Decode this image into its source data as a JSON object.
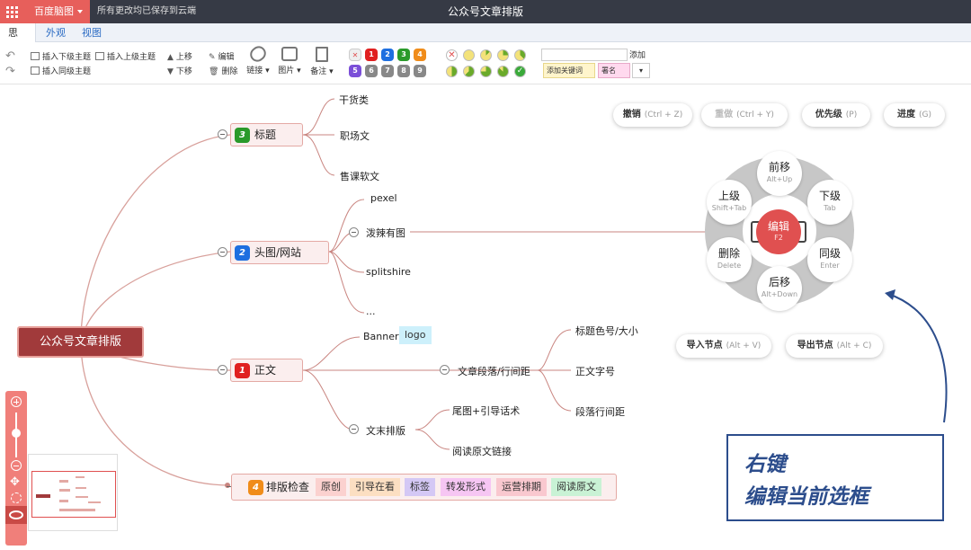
{
  "app": {
    "brand": "百度脑图",
    "save_status": "所有更改均已保存到云端",
    "doc_title": "公众号文章排版"
  },
  "tabs": [
    {
      "label": "思路",
      "active": true
    },
    {
      "label": "外观",
      "active": false
    },
    {
      "label": "视图",
      "active": false
    }
  ],
  "toolbar": {
    "insert_child": "插入下级主题",
    "insert_parent": "插入上级主题",
    "insert_sibling": "插入同级主题",
    "move_up": "上移",
    "move_down": "下移",
    "edit": "编辑",
    "delete": "删除",
    "link": "链接",
    "image": "图片",
    "note": "备注",
    "priority": [
      "1",
      "2",
      "3",
      "4",
      "5",
      "6",
      "7",
      "8",
      "9"
    ],
    "keyword_add": "添加",
    "keyword_tag1": "添加关键词",
    "keyword_tag2": "署名"
  },
  "mindmap": {
    "root": "公众号文章排版",
    "topics": [
      {
        "num": "3",
        "label": "标题",
        "children": [
          "干货类",
          "职场文",
          "售课软文"
        ]
      },
      {
        "num": "2",
        "label": "头图/网站",
        "children": [
          "pexel",
          "泼辣有图",
          "splitshire",
          "..."
        ]
      },
      {
        "num": "1",
        "label": "正文",
        "children": [
          "Banner",
          "文章段落/行间距",
          "文末排版"
        ],
        "tag": "logo",
        "sub_paragraph": [
          "标题色号/大小",
          "正文字号",
          "段落行间距"
        ],
        "sub_ending": [
          "尾图+引导话术",
          "阅读原文链接"
        ]
      },
      {
        "num": "4",
        "label": "排版检查",
        "tags": [
          "原创",
          "引导在看",
          "标签",
          "转发形式",
          "运营排期",
          "阅读原文"
        ]
      }
    ]
  },
  "quick_actions": [
    {
      "label": "撤销",
      "key": "(Ctrl + Z)",
      "enabled": true
    },
    {
      "label": "重做",
      "key": "(Ctrl + Y)",
      "enabled": false
    },
    {
      "label": "优先级",
      "key": "(P)",
      "enabled": true
    },
    {
      "label": "进度",
      "key": "(G)",
      "enabled": true
    },
    {
      "label": "导入节点",
      "key": "(Alt + V)",
      "enabled": true
    },
    {
      "label": "导出节点",
      "key": "(Alt + C)",
      "enabled": true
    }
  ],
  "hotbox": {
    "center": {
      "label": "编辑",
      "key": "F2"
    },
    "up": {
      "label": "前移",
      "key": "Alt+Up"
    },
    "down": {
      "label": "后移",
      "key": "Alt+Down"
    },
    "parent": {
      "label": "上级",
      "key": "Shift+Tab"
    },
    "child": {
      "label": "下级",
      "key": "Tab"
    },
    "delete": {
      "label": "删除",
      "key": "Delete"
    },
    "sibling": {
      "label": "同级",
      "key": "Enter"
    }
  },
  "callout": {
    "line1": "右键",
    "line2": "编辑当前选框"
  },
  "colors": {
    "accent": "#e75f5b",
    "titlebar": "#363a45",
    "root": "#a13a3b",
    "link": "#c98580",
    "callout": "#2c4d8c"
  }
}
